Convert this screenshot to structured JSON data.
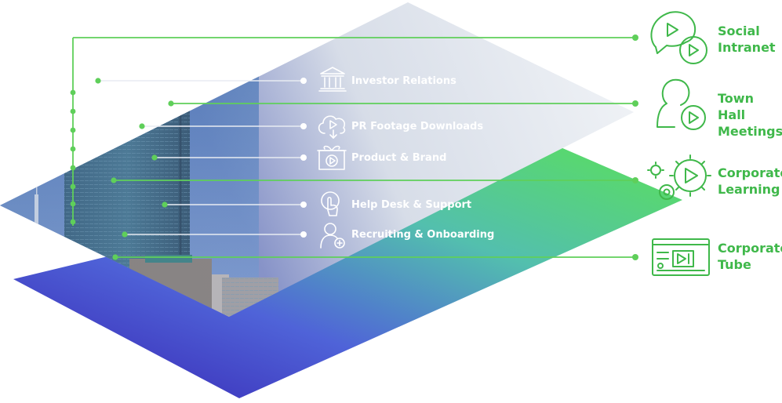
{
  "inner_items": [
    {
      "label": "Investor Relations",
      "icon": "bank-building-icon"
    },
    {
      "label": "PR Footage Downloads",
      "icon": "cloud-download-play-icon"
    },
    {
      "label": "Product & Brand",
      "icon": "gift-box-play-icon"
    },
    {
      "label": "Help Desk & Support",
      "icon": "touch-hand-icon"
    },
    {
      "label": "Recruiting & Onboarding",
      "icon": "user-add-icon"
    }
  ],
  "outer_items": [
    {
      "line1": "Social",
      "line2": "Intranet",
      "icon": "chat-bubbles-play-icon"
    },
    {
      "line1": "Town Hall",
      "line2": "Meetings",
      "icon": "person-play-icon"
    },
    {
      "line1": "Corporate",
      "line2": "Learning",
      "icon": "gears-play-icon"
    },
    {
      "line1": "Corporate",
      "line2": "Tube",
      "icon": "video-player-window-icon"
    }
  ],
  "colors": {
    "accent_green": "#3fb84a",
    "layer_blue": "#3a2fb8",
    "layer_green": "#55d855",
    "top_layer_white": "#eef2f6"
  }
}
